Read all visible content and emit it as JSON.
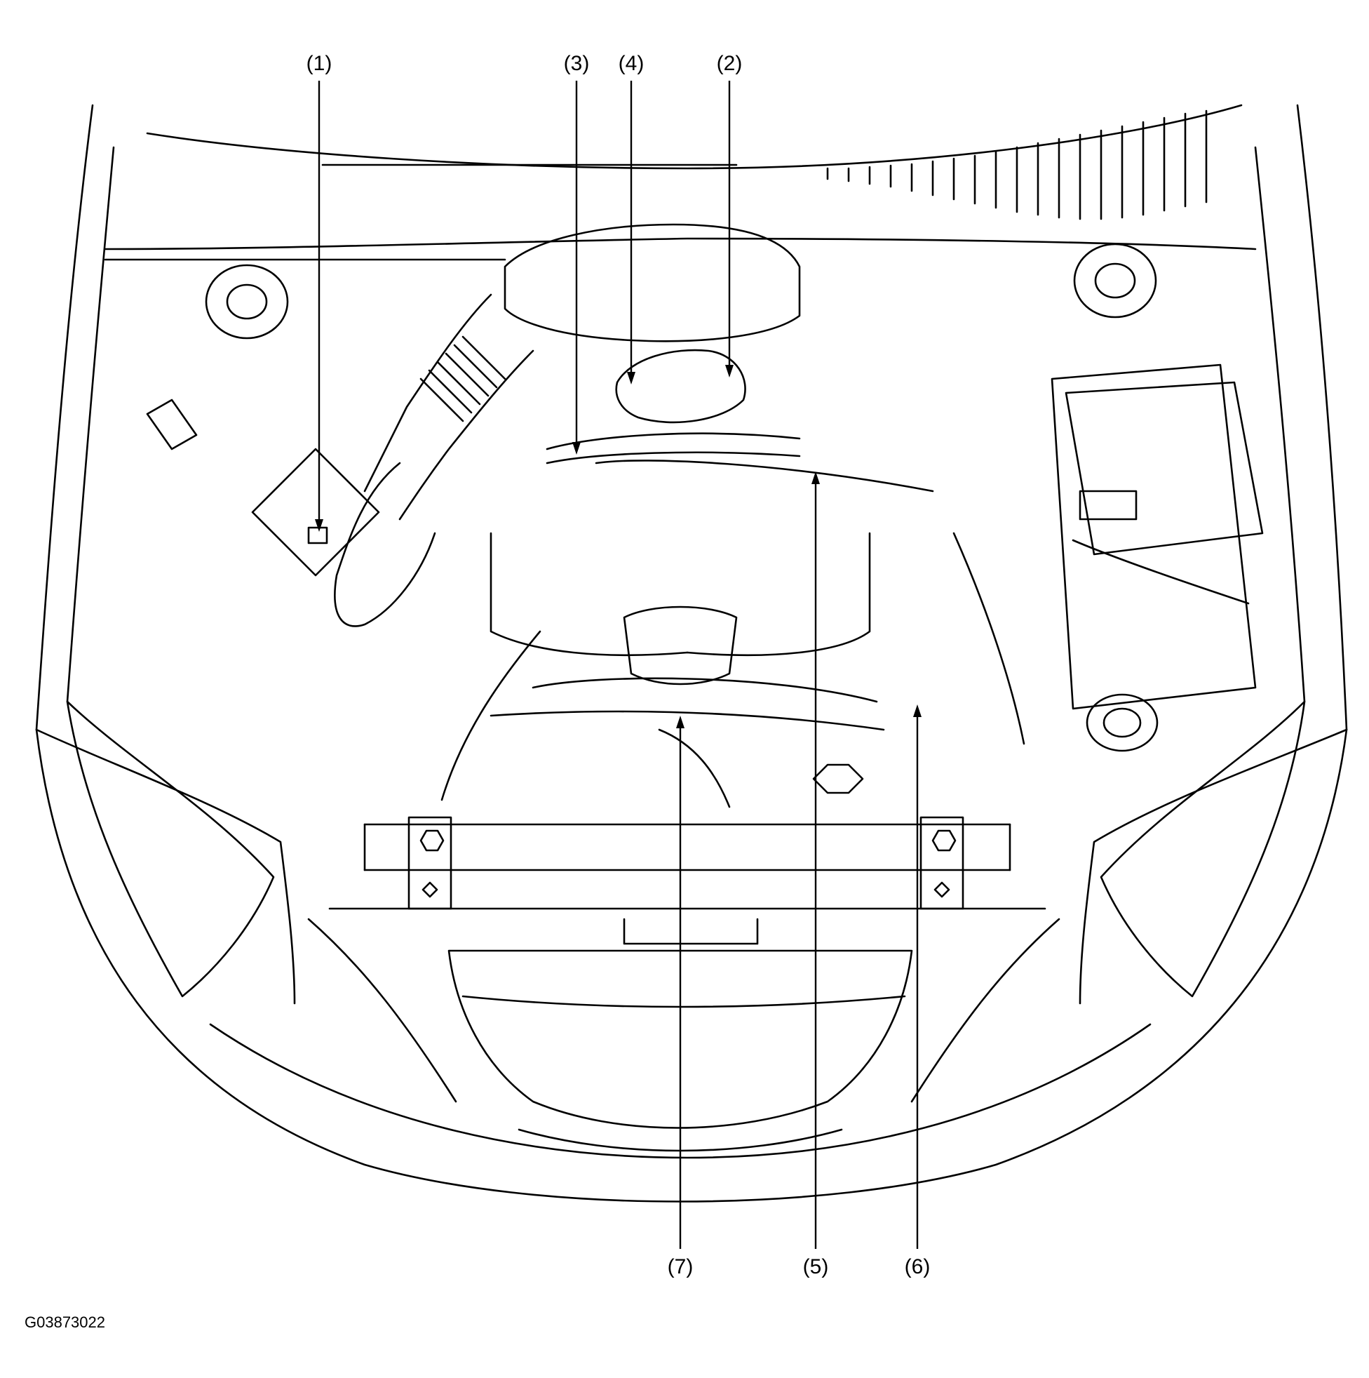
{
  "figure": {
    "code": "G03873022",
    "subject": "engine-compartment"
  },
  "callouts": [
    {
      "id": "1",
      "label": "(1)"
    },
    {
      "id": "2",
      "label": "(2)"
    },
    {
      "id": "3",
      "label": "(3)"
    },
    {
      "id": "4",
      "label": "(4)"
    },
    {
      "id": "5",
      "label": "(5)"
    },
    {
      "id": "6",
      "label": "(6)"
    },
    {
      "id": "7",
      "label": "(7)"
    }
  ],
  "colors": {
    "line": "#000000",
    "background": "#ffffff"
  }
}
